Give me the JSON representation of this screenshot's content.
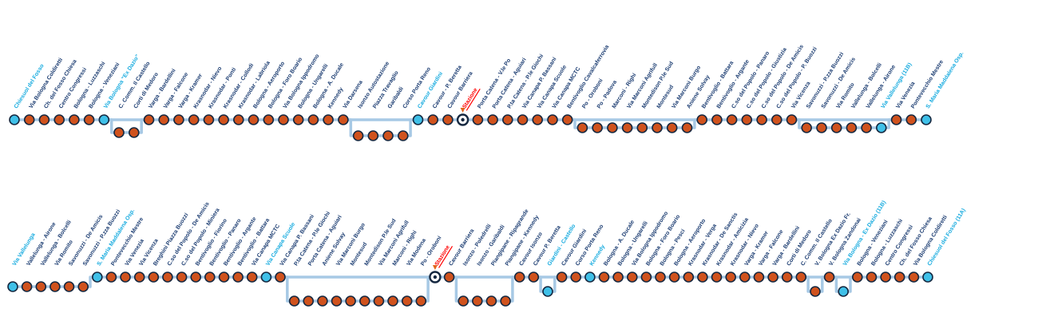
{
  "diagram": {
    "colors": {
      "background": "#ffffff",
      "line": "#a7c9e5",
      "stop_fill": "#d0521d",
      "stop_major_fill": "#3fc0e8",
      "stop_stroke": "#152840",
      "label": "#1c3d72",
      "label_major": "#17abdf",
      "label_station": "#ff0000",
      "station_arrow": "#e2651b"
    },
    "rows": [
      {
        "id": "direction-outbound",
        "stops": [
          {
            "label": "Chiesuol del Fosso",
            "type": "terminal",
            "level": 0
          },
          {
            "label": "Via Bologna Coldiretti",
            "type": "normal",
            "level": 0
          },
          {
            "label": "Ch. del Fosso Chiesa",
            "type": "normal",
            "level": 0
          },
          {
            "label": "Centro Congressi",
            "type": "normal",
            "level": 0
          },
          {
            "label": "Bologna - Luzzaschi",
            "type": "normal",
            "level": 0
          },
          {
            "label": "Bologna - Veneziani",
            "type": "normal",
            "level": 0
          },
          {
            "label": "Via Bologna \"Ex Dazio\"",
            "type": "terminal",
            "level": 0
          },
          {
            "label": "C. Comm. Il Castello",
            "type": "normal",
            "level": 0.8
          },
          {
            "label": "Corti di Medoro",
            "type": "normal",
            "level": 0.8
          },
          {
            "label": "Varga - Bardellini",
            "type": "normal",
            "level": 0
          },
          {
            "label": "Varga - Falcone",
            "type": "normal",
            "level": 0
          },
          {
            "label": "Varga - Kramer",
            "type": "normal",
            "level": 0
          },
          {
            "label": "Krasnodar - Nievo",
            "type": "normal",
            "level": 0
          },
          {
            "label": "Krasnodar - Ponti",
            "type": "normal",
            "level": 0
          },
          {
            "label": "Krasnodar - Collodi",
            "type": "normal",
            "level": 0
          },
          {
            "label": "Krasnodar - Labriola",
            "type": "normal",
            "level": 0
          },
          {
            "label": "Bologna - Aeroporto",
            "type": "normal",
            "level": 0
          },
          {
            "label": "Bologna - Foro Boario",
            "type": "normal",
            "level": 0
          },
          {
            "label": "Via Bologna Ippodromo",
            "type": "normal",
            "level": 0
          },
          {
            "label": "Bologna - Ungarelli",
            "type": "normal",
            "level": 0
          },
          {
            "label": "Bologna - A. Ducale",
            "type": "normal",
            "level": 0
          },
          {
            "label": "Kennedy",
            "type": "normal",
            "level": 0
          },
          {
            "label": "Via Darsena",
            "type": "normal",
            "level": 0
          },
          {
            "label": "Isonzo Autostazione",
            "type": "normal",
            "level": 1
          },
          {
            "label": "Piazza Travaglio",
            "type": "normal",
            "level": 1
          },
          {
            "label": "Garibaldi",
            "type": "normal",
            "level": 1
          },
          {
            "label": "Corso Porta Reno",
            "type": "normal",
            "level": 1
          },
          {
            "label": "Cavour Giardini",
            "type": "terminal",
            "level": 0
          },
          {
            "label": "Cavour - P. Beretta",
            "type": "normal",
            "level": 0
          },
          {
            "label": "Cavour Barriera",
            "type": "normal",
            "level": 0
          },
          {
            "label": "Stazione",
            "type": "station",
            "level": 0
          },
          {
            "label": "Porta Catena - V.le Po",
            "type": "normal",
            "level": 0
          },
          {
            "label": "Porta Catena - Aguiari",
            "type": "normal",
            "level": 0
          },
          {
            "label": "P.ta Catena - P.le Giochi",
            "type": "normal",
            "level": 0
          },
          {
            "label": "Via Canapa P. Bassani",
            "type": "normal",
            "level": 0
          },
          {
            "label": "Via Canapa Scuole",
            "type": "normal",
            "level": 0
          },
          {
            "label": "Via Canapa MCTC",
            "type": "normal",
            "level": 0
          },
          {
            "label": "Bentivoglio Cavalcaferrovia",
            "type": "normal",
            "level": 0
          },
          {
            "label": "Po - Oroboni",
            "type": "normal",
            "level": 0.5
          },
          {
            "label": "Po - Padova",
            "type": "normal",
            "level": 0.5
          },
          {
            "label": "Marconi - Righi",
            "type": "normal",
            "level": 0.5
          },
          {
            "label": "Via Marconi Agrifull",
            "type": "normal",
            "level": 0.5
          },
          {
            "label": "Montedison P.le Sud",
            "type": "normal",
            "level": 0.5
          },
          {
            "label": "Montesud",
            "type": "normal",
            "level": 0.5
          },
          {
            "label": "Via Marconi Burgo",
            "type": "normal",
            "level": 0.5
          },
          {
            "label": "Aniene Solvay",
            "type": "normal",
            "level": 0.5
          },
          {
            "label": "Bentivoglio - Battara",
            "type": "normal",
            "level": 0
          },
          {
            "label": "Bentivoglio - Argante",
            "type": "normal",
            "level": 0
          },
          {
            "label": "C.so del Popolo - Panaro",
            "type": "normal",
            "level": 0
          },
          {
            "label": "C.so del Popolo - Giustizia",
            "type": "normal",
            "level": 0
          },
          {
            "label": "C.so del Popolo - De Amicis",
            "type": "normal",
            "level": 0
          },
          {
            "label": "C.so del Popolo - P. Buozzi",
            "type": "normal",
            "level": 0
          },
          {
            "label": "Via Vicenza",
            "type": "normal",
            "level": 0
          },
          {
            "label": "Savonuzzi - P.zza Buozzi",
            "type": "normal",
            "level": 0.5
          },
          {
            "label": "Savonuzzi - De Amicis",
            "type": "normal",
            "level": 0.5
          },
          {
            "label": "Via Romito",
            "type": "normal",
            "level": 0.5
          },
          {
            "label": "Vallelunga - Bolcelli",
            "type": "normal",
            "level": 0.5
          },
          {
            "label": "Vallelunga - Airone",
            "type": "normal",
            "level": 0.5
          },
          {
            "label": "Via Vallelunga (11B)",
            "type": "terminal",
            "level": 0.5
          },
          {
            "label": "Via Venezia",
            "type": "normal",
            "level": 0
          },
          {
            "label": "Pontevecchio Mestre",
            "type": "normal",
            "level": 0
          },
          {
            "label": "S. Maria Maddalena Osp.",
            "type": "terminal",
            "level": 0
          }
        ]
      },
      {
        "id": "direction-return",
        "stops": [
          {
            "label": "Via Vallelunga",
            "type": "terminal",
            "level": 0.4
          },
          {
            "label": "Vallelunga - Airone",
            "type": "normal",
            "level": 0.4
          },
          {
            "label": "Vallelunga - Bolcelli",
            "type": "normal",
            "level": 0.4
          },
          {
            "label": "Via Romito",
            "type": "normal",
            "level": 0.4
          },
          {
            "label": "Savonuzzi - De Amicis",
            "type": "normal",
            "level": 0.4
          },
          {
            "label": "Savonuzzi - P.zza Buozzi",
            "type": "normal",
            "level": 0.4
          },
          {
            "label": "S. Maria Maddalena Osp.",
            "type": "terminal",
            "level": 0
          },
          {
            "label": "Pontevecchio Mestre",
            "type": "normal",
            "level": 0
          },
          {
            "label": "Via Venezia",
            "type": "normal",
            "level": 0
          },
          {
            "label": "Via Vicenza",
            "type": "normal",
            "level": 0
          },
          {
            "label": "Breghini Piazza Buozzi",
            "type": "normal",
            "level": 0
          },
          {
            "label": "C.so del Popolo - De Amicis",
            "type": "normal",
            "level": 0
          },
          {
            "label": "C.so del Popolo - Miniera",
            "type": "normal",
            "level": 0
          },
          {
            "label": "Bentivoglio - Fiorino",
            "type": "normal",
            "level": 0
          },
          {
            "label": "Bentivoglio - Panaro",
            "type": "normal",
            "level": 0
          },
          {
            "label": "Bentivoglio - Argante",
            "type": "normal",
            "level": 0
          },
          {
            "label": "Bentivoglio - Battara",
            "type": "normal",
            "level": 0
          },
          {
            "label": "Via Canapa MCTC",
            "type": "normal",
            "level": 0
          },
          {
            "label": "Via Canapa Scuole",
            "type": "terminal",
            "level": 0
          },
          {
            "label": "Via Canapa P. Bassani",
            "type": "normal",
            "level": 0
          },
          {
            "label": "P.ta Catena - P.le Giochi",
            "type": "normal",
            "level": 1
          },
          {
            "label": "Porta Catena - Aguiari",
            "type": "normal",
            "level": 1
          },
          {
            "label": "Aniene Solvay",
            "type": "normal",
            "level": 1
          },
          {
            "label": "Via Marconi Burgo",
            "type": "normal",
            "level": 1
          },
          {
            "label": "Montesud",
            "type": "normal",
            "level": 1
          },
          {
            "label": "Montedison P.le Sud",
            "type": "normal",
            "level": 1
          },
          {
            "label": "Via Marconi Agrifull",
            "type": "normal",
            "level": 1
          },
          {
            "label": "Marconi - Righi",
            "type": "normal",
            "level": 1
          },
          {
            "label": "Via Modena",
            "type": "normal",
            "level": 1
          },
          {
            "label": "Po - Oroboni",
            "type": "normal",
            "level": 1
          },
          {
            "label": "Stazione",
            "type": "station",
            "level": 0
          },
          {
            "label": "Cavour Barriera",
            "type": "normal",
            "level": 0
          },
          {
            "label": "Isonzo - Poledrelli",
            "type": "normal",
            "level": 1
          },
          {
            "label": "Isonzo - Garibaldi",
            "type": "normal",
            "level": 1
          },
          {
            "label": "Piangipane - Ripagrande",
            "type": "normal",
            "level": 1
          },
          {
            "label": "Piangipane - Kennedy",
            "type": "normal",
            "level": 1
          },
          {
            "label": "Cavour Isonzo",
            "type": "normal",
            "level": 0
          },
          {
            "label": "Cavour P. Beretta",
            "type": "normal",
            "level": 0
          },
          {
            "label": "Giardini - Castello",
            "type": "terminal",
            "level": 0.6
          },
          {
            "label": "Cavour Giardini",
            "type": "normal",
            "level": 0
          },
          {
            "label": "Corso Porta Reno",
            "type": "normal",
            "level": 0
          },
          {
            "label": "Kennedy",
            "type": "terminal",
            "level": 0
          },
          {
            "label": "Bologna - A. Ducale",
            "type": "normal",
            "level": 0
          },
          {
            "label": "Bologna - Ungarelli",
            "type": "normal",
            "level": 0
          },
          {
            "label": "Via Bologna Ippodromo",
            "type": "normal",
            "level": 0
          },
          {
            "label": "Bologna - Foro Boario",
            "type": "normal",
            "level": 0
          },
          {
            "label": "Bologna - Pesci",
            "type": "normal",
            "level": 0
          },
          {
            "label": "Bologna - Aeroporto",
            "type": "normal",
            "level": 0
          },
          {
            "label": "Krasnodar - Verga",
            "type": "normal",
            "level": 0
          },
          {
            "label": "Krasnodar - De Sanctis",
            "type": "normal",
            "level": 0
          },
          {
            "label": "Krasnodar - Amicizia",
            "type": "normal",
            "level": 0
          },
          {
            "label": "Krasnodar - Nievo",
            "type": "normal",
            "level": 0
          },
          {
            "label": "Varga - Kramer",
            "type": "normal",
            "level": 0
          },
          {
            "label": "Varga - Falcone",
            "type": "normal",
            "level": 0
          },
          {
            "label": "Varga - Bardellini",
            "type": "normal",
            "level": 0
          },
          {
            "label": "Corti di Medoro",
            "type": "normal",
            "level": 0
          },
          {
            "label": "C. Comm. Il Castello",
            "type": "normal",
            "level": 0
          },
          {
            "label": "V. Bologna Ex Dazio Fr.",
            "type": "normal",
            "level": 0.6
          },
          {
            "label": "V. Bologna Zandonai",
            "type": "normal",
            "level": 0
          },
          {
            "label": "Via Bologna - Ex Dazio (11B)",
            "type": "terminal",
            "level": 0.6
          },
          {
            "label": "Bologna - Veneziani",
            "type": "normal",
            "level": 0
          },
          {
            "label": "Bologna - Luzzaschi",
            "type": "normal",
            "level": 0
          },
          {
            "label": "Centro Congressi",
            "type": "normal",
            "level": 0
          },
          {
            "label": "Ch. del Fosso Chiesa",
            "type": "normal",
            "level": 0
          },
          {
            "label": "Via Bologna Coldiretti",
            "type": "normal",
            "level": 0
          },
          {
            "label": "Chiesuol del Fosso (11A)",
            "type": "terminal",
            "level": 0
          }
        ]
      }
    ]
  }
}
